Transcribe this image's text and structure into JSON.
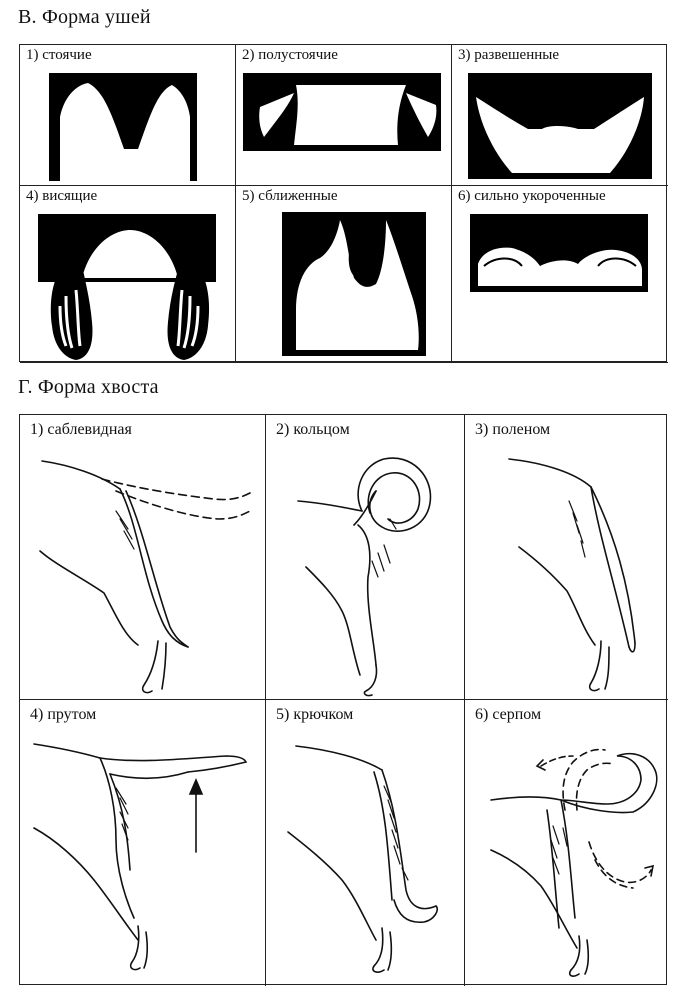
{
  "ears": {
    "title": "В. Форма ушей",
    "items": [
      {
        "label": "1) стоячие"
      },
      {
        "label": "2) полустоячие"
      },
      {
        "label": "3) развешенные"
      },
      {
        "label": "4) висящие"
      },
      {
        "label": "5) сближенные"
      },
      {
        "label": "6) сильно укороченные"
      }
    ]
  },
  "tail": {
    "title": "Г. Форма хвоста",
    "items": [
      {
        "label": "1) саблевидная"
      },
      {
        "label": "2) кольцом"
      },
      {
        "label": "3) поленом"
      },
      {
        "label": "4) прутом"
      },
      {
        "label": "5) крючком"
      },
      {
        "label": "6) серпом"
      }
    ]
  }
}
